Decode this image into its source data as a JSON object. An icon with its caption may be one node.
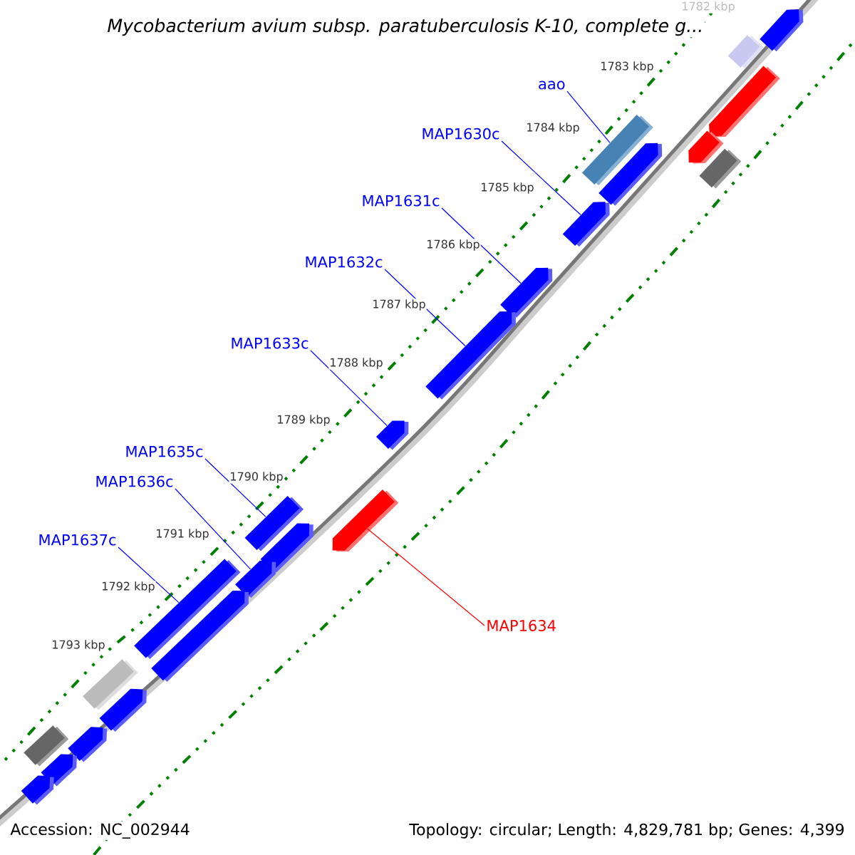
{
  "diagram": {
    "title": "Mycobacterium avium subsp. paratuberculosis K-10, complete g...",
    "nodes": [
      {
        "text": [
          "aao"
        ]
      },
      {
        "text": [
          "MAP1630c"
        ]
      },
      {
        "text": [
          "MAP1631c"
        ]
      },
      {
        "text": [
          "MAP1632c"
        ]
      },
      {
        "text": [
          "MAP1633c"
        ]
      },
      {
        "text": [
          "MAP1635c"
        ]
      },
      {
        "text": [
          "MAP1636c"
        ]
      },
      {
        "text": [
          "MAP1637c"
        ]
      },
      {
        "text": [
          "MAP1634"
        ]
      },
      {
        "text": [],
        "shape": "pentagon"
      },
      {
        "text": [],
        "shape": "box"
      },
      {
        "text": [],
        "shape": "pentagon"
      },
      {
        "text": [],
        "shape": "box"
      },
      {
        "text": [],
        "shape": "pentagon"
      },
      {
        "text": [],
        "shape": "box"
      },
      {
        "text": [],
        "shape": "pentagon"
      },
      {
        "text": [],
        "shape": "pentagon"
      },
      {
        "text": [],
        "shape": "pentagon"
      },
      {
        "text": [],
        "shape": "pentagon"
      },
      {
        "text": [],
        "shape": "pentagon"
      },
      {
        "text": [],
        "shape": "pentagon"
      },
      {
        "text": [],
        "shape": "box"
      },
      {
        "text": [],
        "shape": "pentagon"
      },
      {
        "text": [],
        "shape": "pentagon"
      },
      {
        "text": [],
        "shape": "box"
      },
      {
        "text": [],
        "shape": "pentagon"
      },
      {
        "text": [],
        "shape": "box"
      },
      {
        "text": [],
        "shape": "pentagon"
      },
      {
        "text": [],
        "shape": "pentagon"
      },
      {
        "text": [],
        "shape": "box"
      },
      {
        "text": [],
        "shape": "pentagon"
      },
      {
        "text": [],
        "shape": "pentagon"
      }
    ],
    "edges": [
      {
        "from": 0,
        "to": 12,
        "arrow": "none"
      },
      {
        "from": 1,
        "to": 16,
        "arrow": "none"
      },
      {
        "from": 2,
        "to": 17,
        "arrow": "none"
      },
      {
        "from": 3,
        "to": 18,
        "arrow": "none"
      },
      {
        "from": 4,
        "to": 19,
        "arrow": "none"
      },
      {
        "from": 5,
        "to": 21,
        "arrow": "none"
      },
      {
        "from": 6,
        "to": 23,
        "arrow": "none"
      },
      {
        "from": 7,
        "to": 24,
        "arrow": "none"
      },
      {
        "from": 8,
        "to": 20,
        "arrow": "none",
        "color": "#ff0000"
      }
    ],
    "labels": [
      "1782 kbp",
      "1783 kbp",
      "1784 kbp",
      "1785 kbp",
      "1786 kbp",
      "1787 kbp",
      "1788 kbp",
      "1789 kbp",
      "1790 kbp",
      "1791 kbp",
      "1792 kbp",
      "1793 kbp",
      "Accession: NC_002944",
      "Topology: circular; Length: 4,829,781 bp; Genes: 4,399"
    ]
  }
}
